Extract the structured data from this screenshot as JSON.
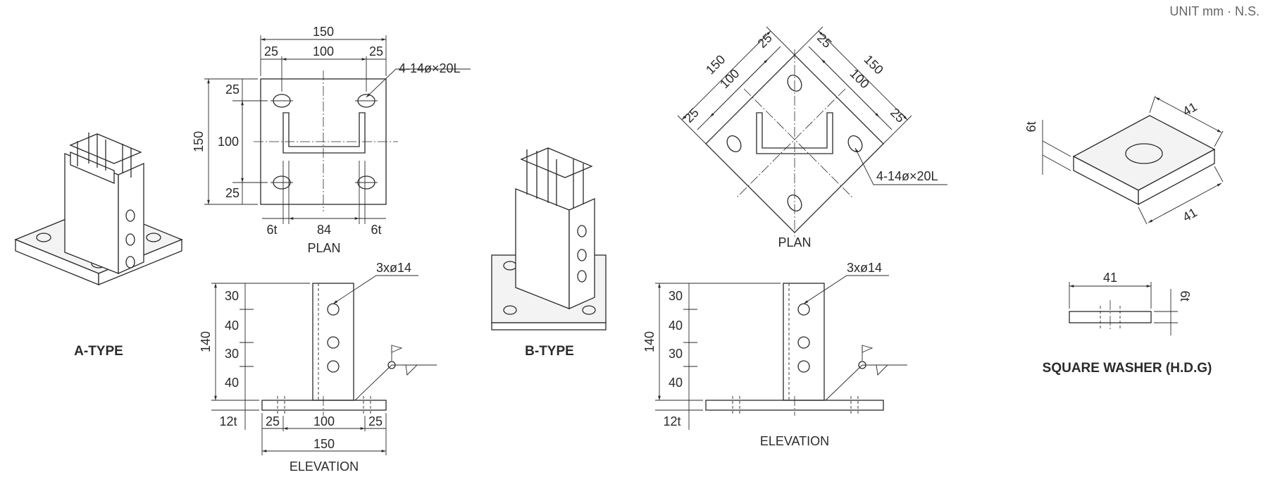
{
  "unit_note": "UNIT mm · N.S.",
  "a_type": {
    "caption": "A-TYPE",
    "plan": {
      "label": "PLAN",
      "top_total": "150",
      "top_left": "25",
      "top_mid": "100",
      "top_right": "25",
      "side_total": "150",
      "side_top": "25",
      "side_mid": "100",
      "side_bottom": "25",
      "bottom_left": "6t",
      "bottom_mid": "84",
      "bottom_right": "6t",
      "hole_note": "4-14ø×20L"
    },
    "elevation": {
      "label": "ELEVATION",
      "hole_note": "3xø14",
      "total": "140",
      "s1": "30",
      "s2": "40",
      "s3": "30",
      "s4": "40",
      "thickness": "12t",
      "bottom_left": "25",
      "bottom_mid": "100",
      "bottom_right": "25",
      "bottom_total": "150"
    }
  },
  "b_type": {
    "caption": "B-TYPE",
    "plan": {
      "label": "PLAN",
      "left_total": "150",
      "left_mid": "100",
      "left_a": "25",
      "left_b": "25",
      "right_total": "150",
      "right_mid": "100",
      "right_a": "25",
      "right_b": "25",
      "hole_note": "4-14ø×20L"
    },
    "elevation": {
      "label": "ELEVATION",
      "hole_note": "3xø14",
      "total": "140",
      "s1": "30",
      "s2": "40",
      "s3": "30",
      "s4": "40",
      "thickness": "12t"
    }
  },
  "washer": {
    "caption": "SQUARE WASHER (H.D.G)",
    "iso_top": "41",
    "iso_bottom": "41",
    "iso_thick": "6t",
    "side_width": "41",
    "side_thick": "6t"
  }
}
